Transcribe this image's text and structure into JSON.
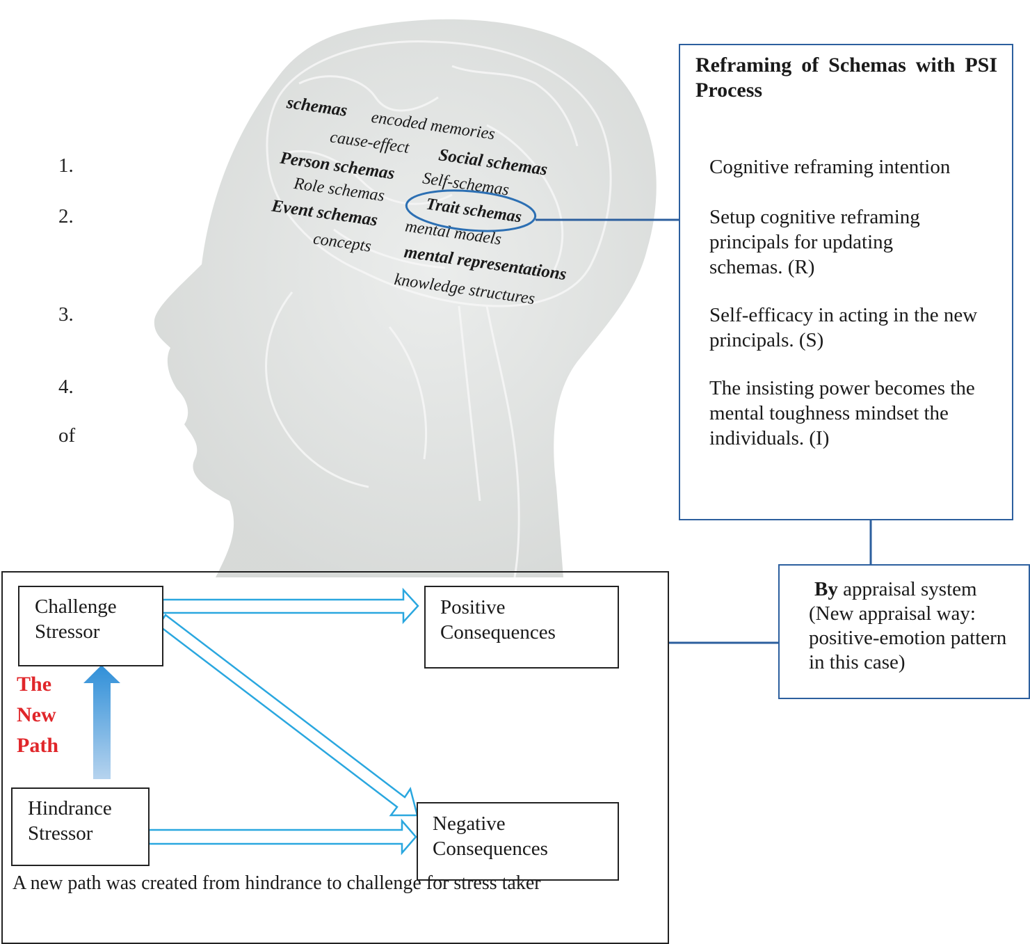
{
  "numbered_list": [
    "1.",
    "2.",
    "3.",
    "4.",
    "of"
  ],
  "brain_terms": [
    {
      "text": "schemas",
      "bold": true
    },
    {
      "text": "encoded memories",
      "bold": false
    },
    {
      "text": "cause-effect",
      "bold": false
    },
    {
      "text": "Social schemas",
      "bold": true
    },
    {
      "text": "Person schemas",
      "bold": true
    },
    {
      "text": "Self-schemas",
      "bold": false
    },
    {
      "text": "Role schemas",
      "bold": false
    },
    {
      "text": "Trait schemas",
      "bold": true
    },
    {
      "text": "Event schemas",
      "bold": true
    },
    {
      "text": "mental models",
      "bold": false
    },
    {
      "text": "concepts",
      "bold": false
    },
    {
      "text": "mental representations",
      "bold": true
    },
    {
      "text": "knowledge structures",
      "bold": false
    }
  ],
  "psi_box": {
    "title": "Reframing of Schemas with PSI Process",
    "steps": [
      "Cognitive reframing intention",
      "Setup cognitive reframing principals for updating schemas. (R)",
      "Self-efficacy in acting in the new principals. (S)",
      "The insisting power becomes the mental toughness mindset the individuals. (I)"
    ]
  },
  "appraisal_box": {
    "bold_lead": "By",
    "rest": " appraisal system (New appraisal way: positive-emotion pattern in this case)"
  },
  "stress_model": {
    "challenge": "Challenge Stressor",
    "hindrance": "Hindrance Stressor",
    "positive": "Positive Consequences",
    "negative": "Negative Consequences",
    "new_path": [
      "The",
      "New",
      "Path"
    ],
    "caption": "A new path was created from hindrance to challenge for stress taker"
  },
  "colors": {
    "box_border_blue": "#2c5f9e",
    "arrow_blue": "#2aa7df",
    "new_path_red": "#e0262a",
    "gradient_arrow_top": "#2f8fd8",
    "gradient_arrow_bottom": "#b6d3ee"
  }
}
